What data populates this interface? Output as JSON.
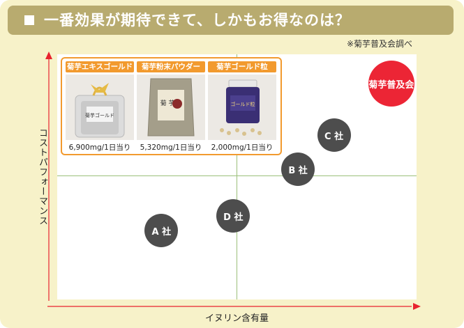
{
  "header": {
    "title": "一番効果が期待できて、しかもお得なのは？"
  },
  "source_note": "※菊芋普及会調べ",
  "chart_data": {
    "type": "scatter",
    "title": "一番効果が期待できて、しかもお得なのは？",
    "xlabel": "イヌリン含有量",
    "ylabel": "コストパフォーマンス",
    "axis_ticks": "none",
    "grid": "center-cross",
    "points": [
      {
        "label": "菊芋普及会",
        "x": 0.93,
        "y": 0.88,
        "highlight": true
      },
      {
        "label": "C 社",
        "x": 0.77,
        "y": 0.67
      },
      {
        "label": "B 社",
        "x": 0.67,
        "y": 0.53
      },
      {
        "label": "D 社",
        "x": 0.49,
        "y": 0.34
      },
      {
        "label": "A 社",
        "x": 0.29,
        "y": 0.28
      }
    ]
  },
  "colors": {
    "highlight": "#ec2535",
    "competitor": "#4d4d4d",
    "frame": "#f29a2e",
    "header": "#b8ab6f",
    "background": "#f7f2c9"
  },
  "products": [
    {
      "name": "菊芋エキスゴールド",
      "price": "6,900mg/1日当り",
      "package_text": "菊芋ゴールド"
    },
    {
      "name": "菊芋粉末パウダー",
      "price": "5,320mg/1日当り",
      "package_text": "菊 芋"
    },
    {
      "name": "菊芋ゴールド粒",
      "price": "2,000mg/1日当り",
      "package_text": "ゴールド粒"
    }
  ]
}
